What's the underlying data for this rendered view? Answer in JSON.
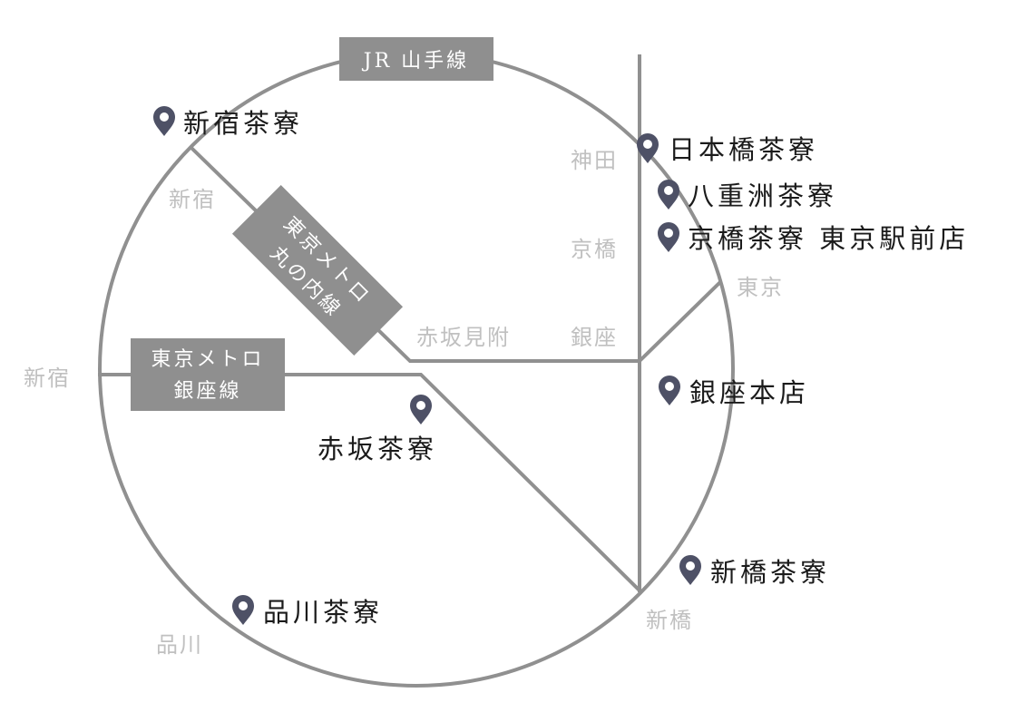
{
  "colors": {
    "line": "#909090",
    "badge": "#8f8f8f",
    "station_text": "#c0c0c0",
    "shop_text": "#1b1b1b",
    "pin": "#4e5166"
  },
  "lines": {
    "yamanote": "JR 山手線",
    "marunouchi_1": "東京メトロ",
    "marunouchi_2": "丸の内線",
    "ginza_1": "東京メトロ",
    "ginza_2": "銀座線"
  },
  "stations": {
    "shinjuku_upper": "新宿",
    "shinjuku_left": "新宿",
    "akasaka_mitsuke": "赤坂見附",
    "kanda": "神田",
    "kyobashi": "京橋",
    "ginza": "銀座",
    "tokyo": "東京",
    "shinbashi": "新橋",
    "shinagawa": "品川"
  },
  "shops": [
    {
      "name": "新宿茶寮",
      "icon": "map-pin-icon"
    },
    {
      "name": "日本橋茶寮",
      "icon": "map-pin-icon"
    },
    {
      "name": "八重洲茶寮",
      "icon": "map-pin-icon"
    },
    {
      "name": "京橋茶寮 東京駅前店",
      "icon": "map-pin-icon"
    },
    {
      "name": "銀座本店",
      "icon": "map-pin-icon"
    },
    {
      "name": "赤坂茶寮",
      "icon": "map-pin-icon"
    },
    {
      "name": "新橋茶寮",
      "icon": "map-pin-icon"
    },
    {
      "name": "品川茶寮",
      "icon": "map-pin-icon"
    }
  ]
}
